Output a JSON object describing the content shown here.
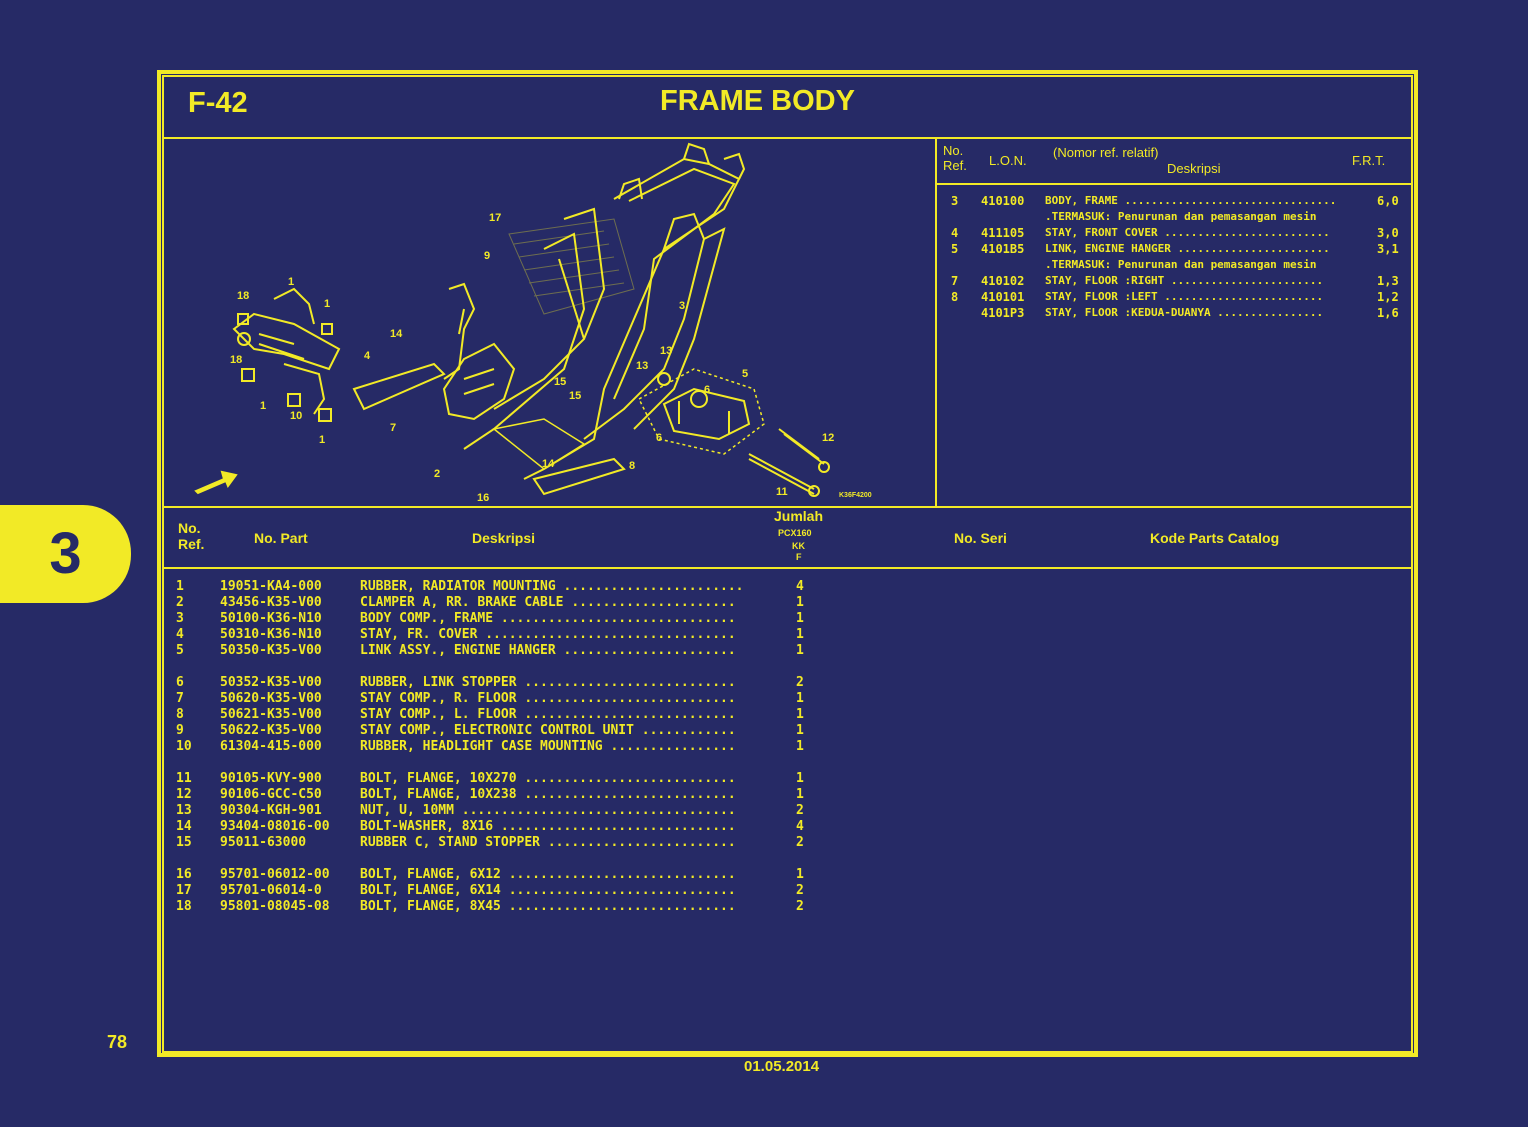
{
  "header": {
    "page_code": "F-42",
    "title": "FRAME BODY"
  },
  "section_tab": "3",
  "page_number": "78",
  "date": "01.05.2014",
  "diagram": {
    "callouts": [
      "1",
      "1",
      "1",
      "1",
      "2",
      "3",
      "4",
      "5",
      "6",
      "6",
      "7",
      "8",
      "9",
      "10",
      "11",
      "12",
      "13",
      "13",
      "14",
      "14",
      "15",
      "15",
      "16",
      "17",
      "18",
      "18"
    ],
    "figure_code": "K36F4200",
    "direction_mark": "FR."
  },
  "lon_table": {
    "headers": {
      "no_ref": "No. Ref.",
      "lon": "L.O.N.",
      "nomor": "(Nomor ref. relatif)",
      "deskripsi": "Deskripsi",
      "frt": "F.R.T."
    },
    "rows": [
      {
        "ref": "3",
        "lon": "410100",
        "desc": "BODY, FRAME ................................",
        "frt": "6,0"
      },
      {
        "ref": "",
        "lon": "",
        "desc": ".TERMASUK: Penurunan dan pemasangan mesin",
        "frt": ""
      },
      {
        "ref": "4",
        "lon": "411105",
        "desc": "STAY, FRONT COVER .........................",
        "frt": "3,0"
      },
      {
        "ref": "5",
        "lon": "4101B5",
        "desc": "LINK, ENGINE HANGER .......................",
        "frt": "3,1"
      },
      {
        "ref": "",
        "lon": "",
        "desc": ".TERMASUK: Penurunan dan pemasangan mesin",
        "frt": ""
      },
      {
        "ref": "7",
        "lon": "410102",
        "desc": "STAY, FLOOR :RIGHT .......................",
        "frt": "1,3"
      },
      {
        "ref": "8",
        "lon": "410101",
        "desc": "STAY, FLOOR :LEFT ........................",
        "frt": "1,2"
      },
      {
        "ref": "",
        "lon": "4101P3",
        "desc": "STAY, FLOOR :KEDUA-DUANYA ................",
        "frt": "1,6"
      }
    ]
  },
  "parts_table": {
    "headers": {
      "no_ref": "No. Ref.",
      "no_part": "No. Part",
      "deskripsi": "Deskripsi",
      "jumlah": "Jumlah",
      "model": "PCX160",
      "sub1": "KK",
      "sub2": "F",
      "no_seri": "No. Seri",
      "kode": "Kode Parts Catalog"
    },
    "rows": [
      {
        "ref": "1",
        "part": "19051-KA4-000",
        "desc": "RUBBER, RADIATOR MOUNTING .......................",
        "qty": "4"
      },
      {
        "ref": "2",
        "part": "43456-K35-V00",
        "desc": "CLAMPER A, RR. BRAKE CABLE .....................",
        "qty": "1"
      },
      {
        "ref": "3",
        "part": "50100-K36-N10",
        "desc": "BODY COMP., FRAME ..............................",
        "qty": "1"
      },
      {
        "ref": "4",
        "part": "50310-K36-N10",
        "desc": "STAY, FR. COVER ................................",
        "qty": "1"
      },
      {
        "ref": "5",
        "part": "50350-K35-V00",
        "desc": "LINK ASSY., ENGINE HANGER ......................",
        "qty": "1"
      },
      {
        "ref": "6",
        "part": "50352-K35-V00",
        "desc": "RUBBER, LINK STOPPER ...........................",
        "qty": "2"
      },
      {
        "ref": "7",
        "part": "50620-K35-V00",
        "desc": "STAY COMP., R. FLOOR ...........................",
        "qty": "1"
      },
      {
        "ref": "8",
        "part": "50621-K35-V00",
        "desc": "STAY COMP., L. FLOOR ...........................",
        "qty": "1"
      },
      {
        "ref": "9",
        "part": "50622-K35-V00",
        "desc": "STAY COMP., ELECTRONIC CONTROL UNIT ............",
        "qty": "1"
      },
      {
        "ref": "10",
        "part": "61304-415-000",
        "desc": "RUBBER, HEADLIGHT CASE MOUNTING ................",
        "qty": "1"
      },
      {
        "ref": "11",
        "part": "90105-KVY-900",
        "desc": "BOLT, FLANGE, 10X270 ...........................",
        "qty": "1"
      },
      {
        "ref": "12",
        "part": "90106-GCC-C50",
        "desc": "BOLT, FLANGE, 10X238 ...........................",
        "qty": "1"
      },
      {
        "ref": "13",
        "part": "90304-KGH-901",
        "desc": "NUT, U, 10MM ...................................",
        "qty": "2"
      },
      {
        "ref": "14",
        "part": "93404-08016-00",
        "desc": "BOLT-WASHER, 8X16 ..............................",
        "qty": "4"
      },
      {
        "ref": "15",
        "part": "95011-63000",
        "desc": "RUBBER C, STAND STOPPER ........................",
        "qty": "2"
      },
      {
        "ref": "16",
        "part": "95701-06012-00",
        "desc": "BOLT, FLANGE, 6X12 .............................",
        "qty": "1"
      },
      {
        "ref": "17",
        "part": "95701-06014-0",
        "desc": "BOLT, FLANGE, 6X14 .............................",
        "qty": "2"
      },
      {
        "ref": "18",
        "part": "95801-08045-08",
        "desc": "BOLT, FLANGE, 8X45 .............................",
        "qty": "2"
      }
    ]
  }
}
